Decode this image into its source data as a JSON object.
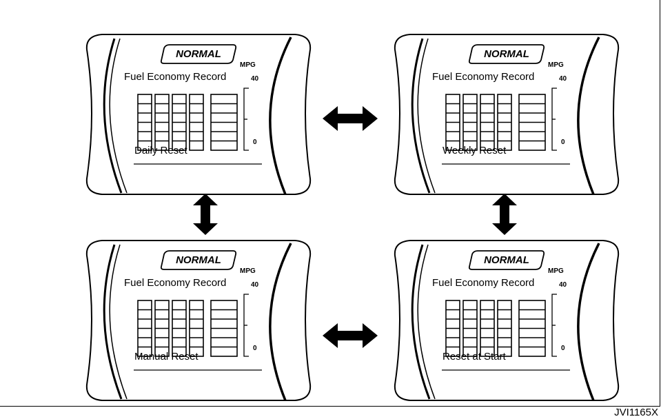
{
  "figure_code": "JVI1165X",
  "panels": [
    {
      "badge": "NORMAL",
      "title": "Fuel Economy Record",
      "unit": "MPG",
      "tick_max": "40",
      "tick_min": "0",
      "mode": "Daily Reset"
    },
    {
      "badge": "NORMAL",
      "title": "Fuel Economy Record",
      "unit": "MPG",
      "tick_max": "40",
      "tick_min": "0",
      "mode": "Weekly Reset"
    },
    {
      "badge": "NORMAL",
      "title": "Fuel Economy Record",
      "unit": "MPG",
      "tick_max": "40",
      "tick_min": "0",
      "mode": "Manual Reset"
    },
    {
      "badge": "NORMAL",
      "title": "Fuel Economy Record",
      "unit": "MPG",
      "tick_max": "40",
      "tick_min": "0",
      "mode": "Reset at Start"
    }
  ]
}
